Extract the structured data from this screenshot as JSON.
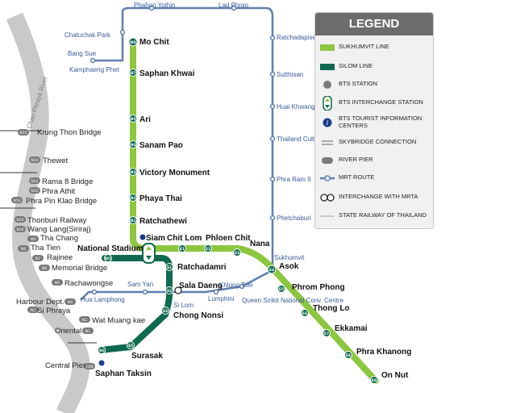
{
  "legend": {
    "title": "LEGEND",
    "items": [
      {
        "label": "SUKHUMVIT LINE",
        "icon": "green-line"
      },
      {
        "label": "SILOM LINE",
        "icon": "dark-green-line"
      },
      {
        "label": "BTS STATION",
        "icon": "station-dot"
      },
      {
        "label": "BTS INTERCHANGE STATION",
        "icon": "interchange"
      },
      {
        "label": "BTS TOURIST INFORMATION CENTERS",
        "icon": "info"
      },
      {
        "label": "SKYBRIDGE CONNECTION",
        "icon": "skybridge"
      },
      {
        "label": "RIVER PIER",
        "icon": "pier"
      },
      {
        "label": "MRT ROUTE",
        "icon": "mrt-route"
      },
      {
        "label": "INTERCHANGE WITH MRTA",
        "icon": "mrta-interchange"
      },
      {
        "label": "STATE RAILWAY OF THAILAND",
        "icon": "railway"
      }
    ]
  },
  "colors": {
    "sukhumvit": "#8dc63f",
    "silom": "#0f6a4f",
    "mrt": "#5f7fb0",
    "river": "#8a8a8a",
    "legend_header": "#6c6c6c"
  },
  "river_label": "Chao Phraya River",
  "sukhumvit_stations": [
    {
      "code": "N8",
      "name": "Mo Chit"
    },
    {
      "code": "N7",
      "name": "Saphan Khwai"
    },
    {
      "code": "N5",
      "name": "Ari"
    },
    {
      "code": "N4",
      "name": "Sanam Pao"
    },
    {
      "code": "N3",
      "name": "Victory Monument"
    },
    {
      "code": "N2",
      "name": "Phaya Thai"
    },
    {
      "code": "N1",
      "name": "Ratchathewi"
    },
    {
      "code": "CEN",
      "name": "Siam"
    },
    {
      "code": "E1",
      "name": "Chit Lom"
    },
    {
      "code": "E2",
      "name": "Phloen Chit"
    },
    {
      "code": "E3",
      "name": "Nana"
    },
    {
      "code": "E4",
      "name": "Asok"
    },
    {
      "code": "E5",
      "name": "Phrom Phong"
    },
    {
      "code": "E6",
      "name": "Thong Lo"
    },
    {
      "code": "E7",
      "name": "Ekkamai"
    },
    {
      "code": "E8",
      "name": "Phra Khanong"
    },
    {
      "code": "E9",
      "name": "On Nut"
    }
  ],
  "silom_stations": [
    {
      "code": "W1",
      "name": "National Stadium"
    },
    {
      "code": "S1",
      "name": "Ratchadamri"
    },
    {
      "code": "S2",
      "name": "Sala Daeng"
    },
    {
      "code": "S3",
      "name": "Chong Nonsi"
    },
    {
      "code": "S5",
      "name": "Surasak"
    },
    {
      "code": "S6",
      "name": "Saphan Taksin"
    }
  ],
  "mrt_labels": [
    "Phahon Yothin",
    "Lad Phrao",
    "Ratchadapisek",
    "Sutthisan",
    "Huai Khwang",
    "Thailand Cultural Center",
    "Phra Ram 9",
    "Phetchaburi",
    "Sukhumvit",
    "Queen Sirikit National Conv. Centre",
    "Khlong Toei",
    "Lumphini",
    "Si Lom",
    "Sam Yan",
    "Hua Lamphong",
    "Chatuchak Park",
    "Bang Sue",
    "Kamphaeng Phet"
  ],
  "piers": [
    {
      "code": "N15",
      "name": "Krung Thon Bridge"
    },
    {
      "code": "N14",
      "name": "Thewet"
    },
    {
      "code": "N13",
      "name": "Rama 8 Bridge"
    },
    {
      "code": "N12",
      "name": "Phra Athit"
    },
    {
      "code": "N13",
      "name": "Phra Pin Klao Bridge"
    },
    {
      "code": "N10",
      "name": "Thonburi Railway"
    },
    {
      "code": "N10",
      "name": "Wang Lang(Siriraj)"
    },
    {
      "code": "N9",
      "name": "Tha Chang"
    },
    {
      "code": "N8",
      "name": "Tha Tien"
    },
    {
      "code": "N7",
      "name": "Rajinee"
    },
    {
      "code": "N6",
      "name": "Memorial Bridge"
    },
    {
      "code": "N5",
      "name": "Rachawongse"
    },
    {
      "code": "N4",
      "name": "Harbour Dept."
    },
    {
      "code": "N3",
      "name": "Si Phraya"
    },
    {
      "code": "N2",
      "name": "Wat Muang kae"
    },
    {
      "code": "N1",
      "name": "Oriental"
    },
    {
      "code": "CEN",
      "name": "Central Pier"
    }
  ]
}
